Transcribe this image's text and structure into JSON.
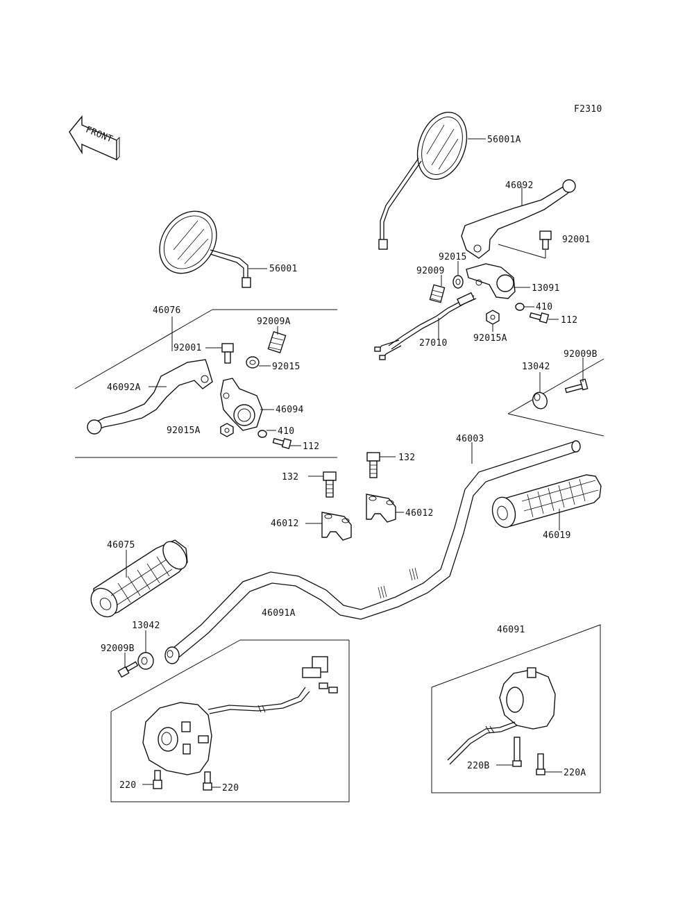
{
  "figure_code": "F2310",
  "front_badge": "FRONT",
  "labels": {
    "l_56001A": "56001A",
    "l_46092": "46092",
    "l_92001_r": "92001",
    "l_92015_r": "92015",
    "l_92009_r": "92009",
    "l_13091": "13091",
    "l_410_r": "410",
    "l_112_r": "112",
    "l_27010": "27010",
    "l_92015A_r": "92015A",
    "l_56001": "56001",
    "l_46076": "46076",
    "l_92009A": "92009A",
    "l_92001_l": "92001",
    "l_92015_l": "92015",
    "l_46092A": "46092A",
    "l_46094": "46094",
    "l_92015A_l": "92015A",
    "l_410_l": "410",
    "l_112_l": "112",
    "l_13042_r": "13042",
    "l_92009B_r": "92009B",
    "l_46003": "46003",
    "l_132_r": "132",
    "l_132_l": "132",
    "l_46012_r": "46012",
    "l_46012_l": "46012",
    "l_46019": "46019",
    "l_46075": "46075",
    "l_46091A": "46091A",
    "l_13042_l": "13042",
    "l_92009B_l": "92009B",
    "l_46091": "46091",
    "l_220_a": "220",
    "l_220_b": "220",
    "l_220B": "220B",
    "l_220A": "220A"
  }
}
